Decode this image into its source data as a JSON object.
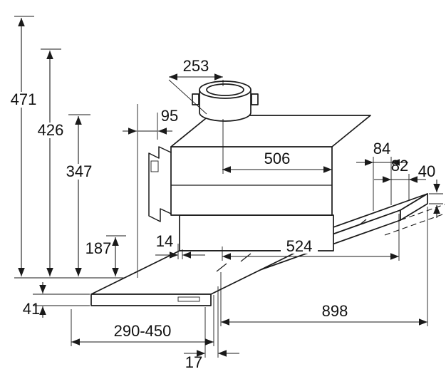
{
  "diagram": {
    "kind": "installation-dimension-drawing",
    "subject": "telescopic-hood",
    "background": "#ffffff",
    "line_color": "#1a1a1a",
    "dims": {
      "h471": "471",
      "h426": "426",
      "h347": "347",
      "h187": "187",
      "h41": "41",
      "w253": "253",
      "w95": "95",
      "w506": "506",
      "w524": "524",
      "w84": "84",
      "w82": "82",
      "h40": "40",
      "w14": "14",
      "w898": "898",
      "pullout_range": "290-450",
      "w17": "17"
    }
  }
}
